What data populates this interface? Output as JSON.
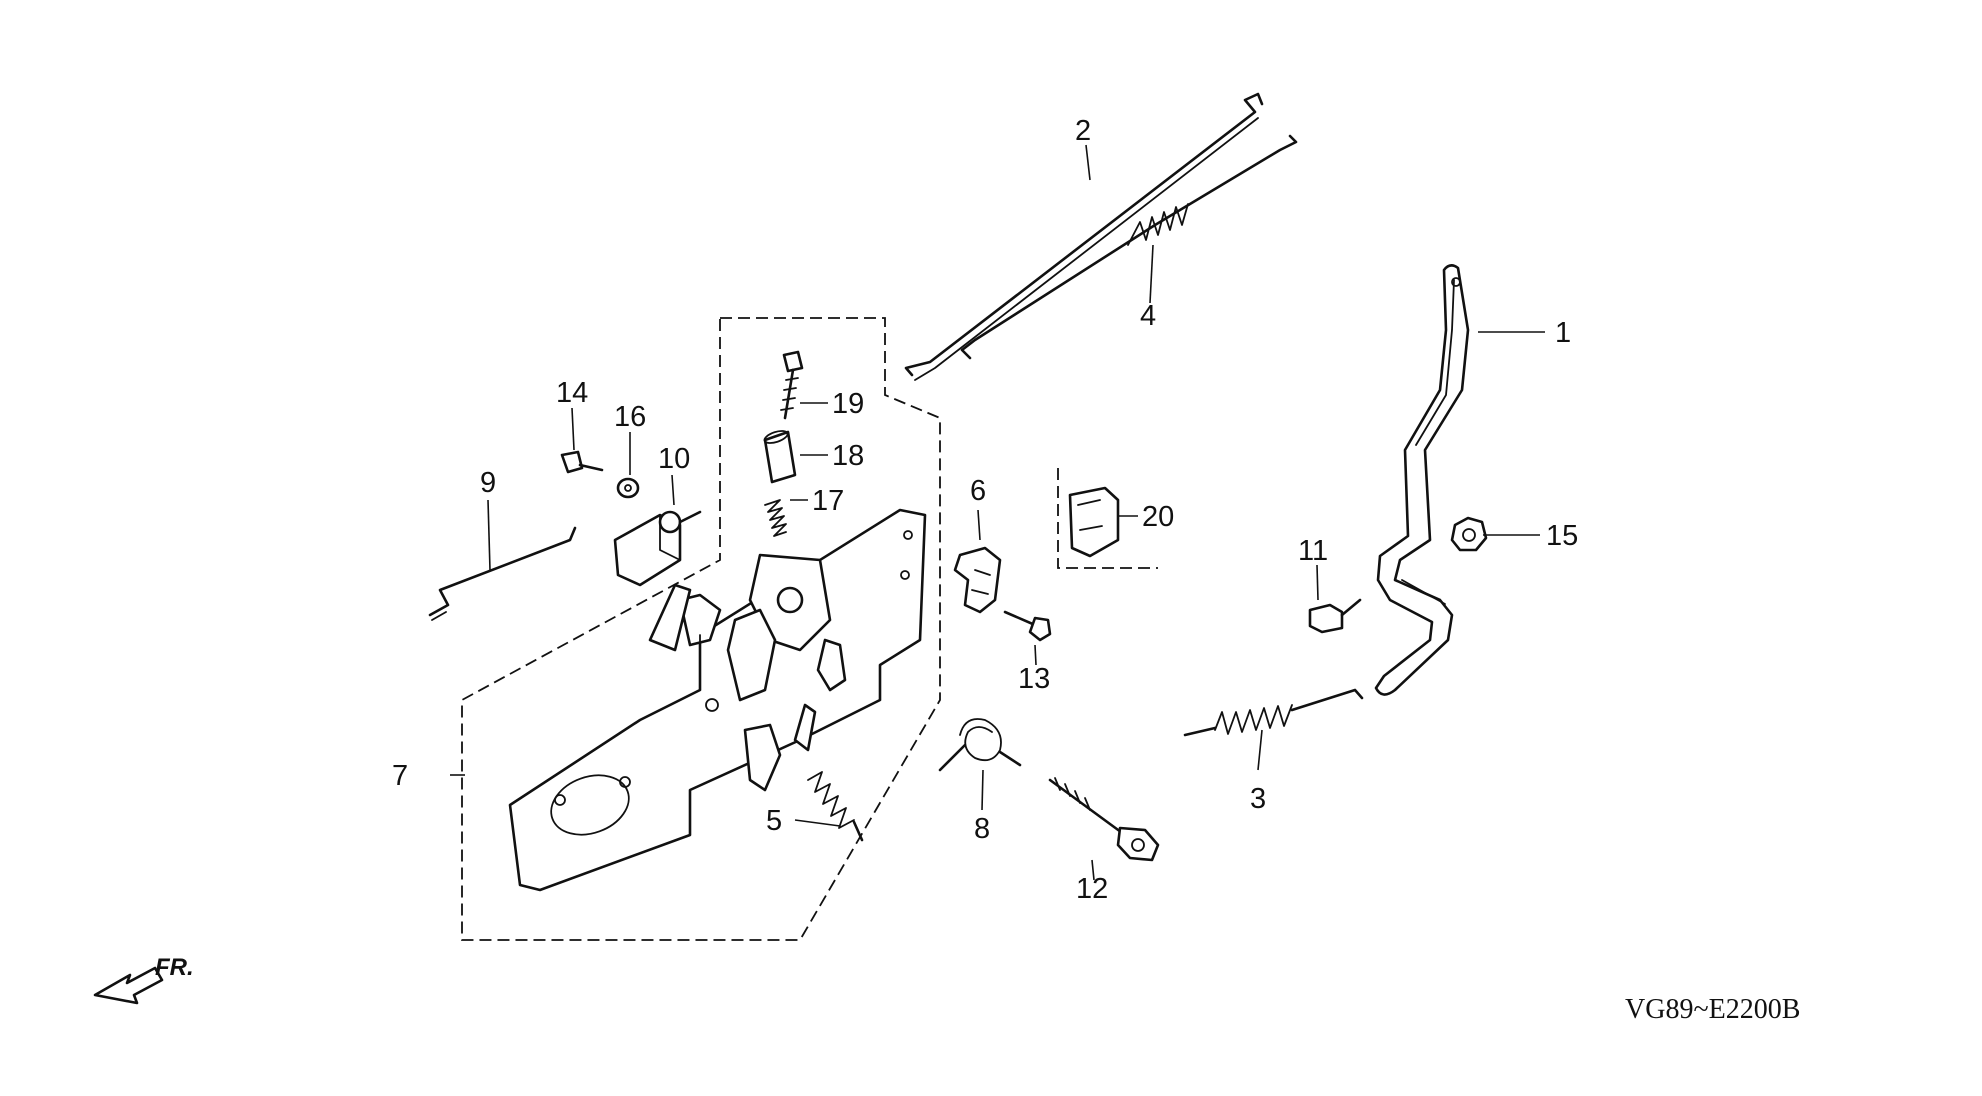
{
  "diagram_code": "VG89~E2200B",
  "direction_label": "FR.",
  "callouts": [
    {
      "id": "1",
      "text": "1"
    },
    {
      "id": "2",
      "text": "2"
    },
    {
      "id": "3",
      "text": "3"
    },
    {
      "id": "4",
      "text": "4"
    },
    {
      "id": "5",
      "text": "5"
    },
    {
      "id": "6",
      "text": "6"
    },
    {
      "id": "7",
      "text": "7"
    },
    {
      "id": "8",
      "text": "8"
    },
    {
      "id": "9",
      "text": "9"
    },
    {
      "id": "10",
      "text": "10"
    },
    {
      "id": "11",
      "text": "11"
    },
    {
      "id": "12",
      "text": "12"
    },
    {
      "id": "13",
      "text": "13"
    },
    {
      "id": "14",
      "text": "14"
    },
    {
      "id": "15",
      "text": "15"
    },
    {
      "id": "16",
      "text": "16"
    },
    {
      "id": "17",
      "text": "17"
    },
    {
      "id": "18",
      "text": "18"
    },
    {
      "id": "19",
      "text": "19"
    },
    {
      "id": "20",
      "text": "20"
    }
  ]
}
